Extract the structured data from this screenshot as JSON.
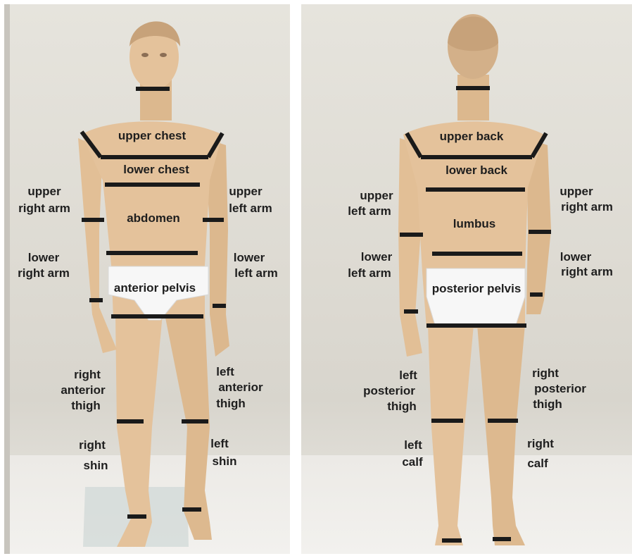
{
  "front": {
    "labels": {
      "upper_chest": "upper chest",
      "lower_chest": "lower chest",
      "abdomen": "abdomen",
      "anterior_pelvis": "anterior pelvis",
      "upper_right_arm_1": "upper",
      "upper_right_arm_2": "right arm",
      "upper_left_arm_1": "upper",
      "upper_left_arm_2": "left arm",
      "lower_right_arm_1": "lower",
      "lower_right_arm_2": "right arm",
      "lower_left_arm_1": "lower",
      "lower_left_arm_2": "left arm",
      "right_anterior_thigh_1": "right",
      "right_anterior_thigh_2": "anterior",
      "right_anterior_thigh_3": "thigh",
      "left_anterior_thigh_1": "left",
      "left_anterior_thigh_2": "anterior",
      "left_anterior_thigh_3": "thigh",
      "right_shin_1": "right",
      "right_shin_2": "shin",
      "left_shin_1": "left",
      "left_shin_2": "shin"
    }
  },
  "back": {
    "labels": {
      "upper_back": "upper back",
      "lower_back": "lower back",
      "lumbus": "lumbus",
      "posterior_pelvis": "posterior pelvis",
      "upper_left_arm_1": "upper",
      "upper_left_arm_2": "left arm",
      "upper_right_arm_1": "upper",
      "upper_right_arm_2": "right arm",
      "lower_left_arm_1": "lower",
      "lower_left_arm_2": "left arm",
      "lower_right_arm_1": "lower",
      "lower_right_arm_2": "right arm",
      "left_posterior_thigh_1": "left",
      "left_posterior_thigh_2": "posterior",
      "left_posterior_thigh_3": "thigh",
      "right_posterior_thigh_1": "right",
      "right_posterior_thigh_2": "posterior",
      "right_posterior_thigh_3": "thigh",
      "left_calf_1": "left",
      "left_calf_2": "calf",
      "right_calf_1": "right",
      "right_calf_2": "calf"
    }
  },
  "colors": {
    "skin": "#e4c29b",
    "skin_shadow": "#c9a47a",
    "underwear": "#f7f7f7",
    "marker": "#1a1a1a"
  }
}
